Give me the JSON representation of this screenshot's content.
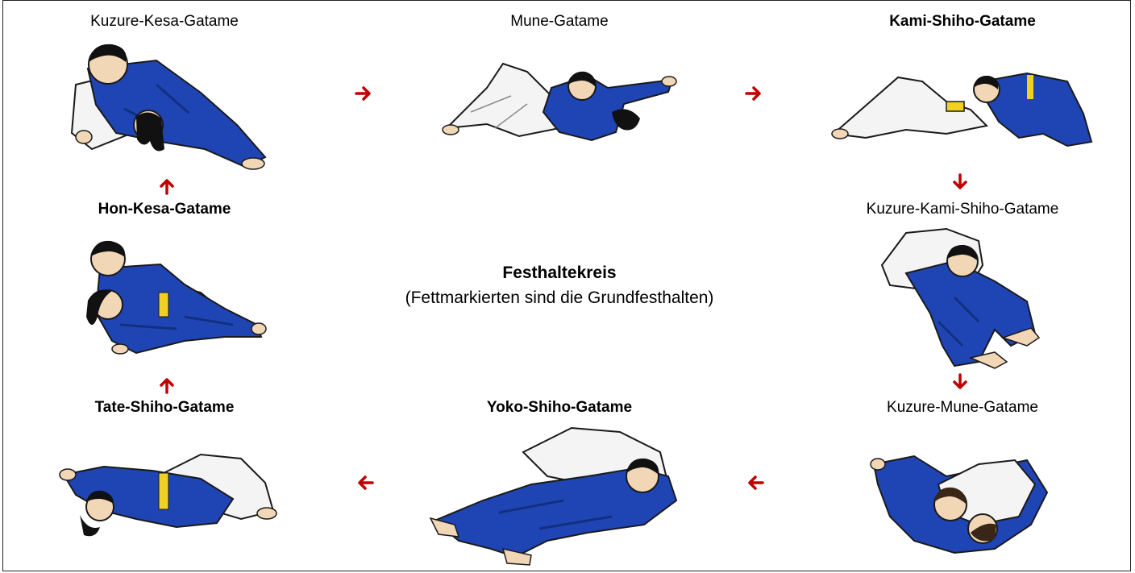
{
  "diagram": {
    "title": "Festhaltekreis",
    "subtitle": "(Fettmarkierten sind die Grundfesthalten)",
    "techniques": [
      {
        "id": "kuzure-kesa-gatame",
        "label": "Kuzure-Kesa-Gatame",
        "bold": false
      },
      {
        "id": "mune-gatame",
        "label": "Mune-Gatame",
        "bold": false
      },
      {
        "id": "kami-shiho-gatame",
        "label": "Kami-Shiho-Gatame",
        "bold": true
      },
      {
        "id": "kuzure-kami-shiho-gatame",
        "label": "Kuzure-Kami-Shiho-Gatame",
        "bold": false
      },
      {
        "id": "kuzure-mune-gatame",
        "label": "Kuzure-Mune-Gatame",
        "bold": false
      },
      {
        "id": "yoko-shiho-gatame",
        "label": "Yoko-Shiho-Gatame",
        "bold": true
      },
      {
        "id": "tate-shiho-gatame",
        "label": "Tate-Shiho-Gatame",
        "bold": true
      },
      {
        "id": "hon-kesa-gatame",
        "label": "Hon-Kesa-Gatame",
        "bold": true
      }
    ],
    "colors": {
      "arrow": "#c00000",
      "gi_blue": "#1f45b5",
      "gi_blue_dark": "#12307f",
      "gi_white": "#f4f4f4",
      "skin": "#f2d7b6",
      "hair": "#111111",
      "belt_yellow": "#f0d020",
      "outline": "#1a1a1a",
      "frame": "#222222"
    }
  }
}
